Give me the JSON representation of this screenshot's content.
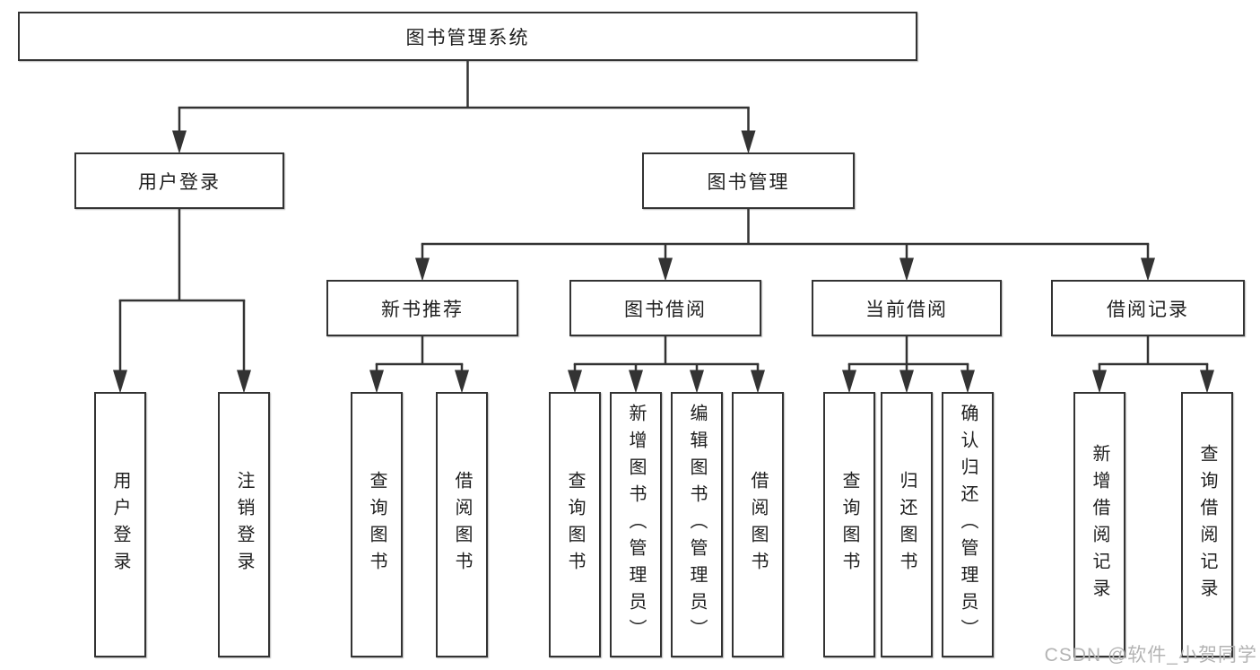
{
  "diagram": {
    "watermark": "CSDN @软件_小贺同学",
    "colors": {
      "line": "#333333",
      "box_border": "#333333",
      "box_fill": "#ffffff",
      "text": "#1f1f1f",
      "watermark": "#b4b4b4",
      "background": "#ffffff"
    },
    "tree": {
      "label": "图书管理系统",
      "children": [
        {
          "label": "用户登录",
          "children": [
            {
              "label": "用户登录"
            },
            {
              "label": "注销登录"
            }
          ]
        },
        {
          "label": "图书管理",
          "children": [
            {
              "label": "新书推荐",
              "children": [
                {
                  "label": "查询图书"
                },
                {
                  "label": "借阅图书"
                }
              ]
            },
            {
              "label": "图书借阅",
              "children": [
                {
                  "label": "查询图书"
                },
                {
                  "label": "新增图书（管理员）"
                },
                {
                  "label": "编辑图书（管理员）"
                },
                {
                  "label": "借阅图书"
                }
              ]
            },
            {
              "label": "当前借阅",
              "children": [
                {
                  "label": "查询图书"
                },
                {
                  "label": "归还图书"
                },
                {
                  "label": "确认归还（管理员）"
                }
              ]
            },
            {
              "label": "借阅记录",
              "children": [
                {
                  "label": "新增借阅记录"
                },
                {
                  "label": "查询借阅记录"
                }
              ]
            }
          ]
        }
      ]
    }
  }
}
